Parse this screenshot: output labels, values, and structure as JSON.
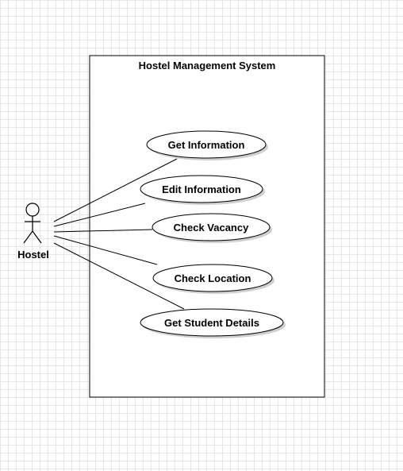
{
  "system": {
    "title": "Hostel Management System"
  },
  "actor": {
    "name": "Hostel"
  },
  "use_cases": [
    {
      "label": "Get Information"
    },
    {
      "label": "Edit Information"
    },
    {
      "label": "Check Vacancy"
    },
    {
      "label": "Check Location"
    },
    {
      "label": "Get Student Details"
    }
  ],
  "colors": {
    "line": "#000000",
    "fill": "#ffffff",
    "shadow": "#cfcfcf",
    "grid": "#e6e6e6"
  }
}
